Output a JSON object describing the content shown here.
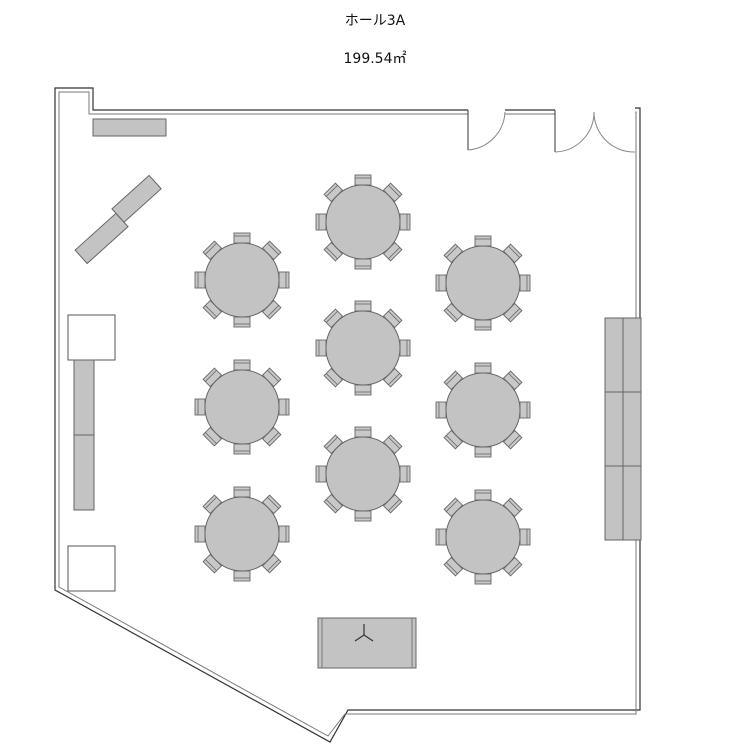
{
  "room": {
    "name": "ホール3A",
    "area": "199.54㎡"
  },
  "layout": {
    "round_tables": 9,
    "chairs_per_table": 8
  },
  "colors": {
    "furniture": "#c3c3c3",
    "wall": "#333333"
  }
}
